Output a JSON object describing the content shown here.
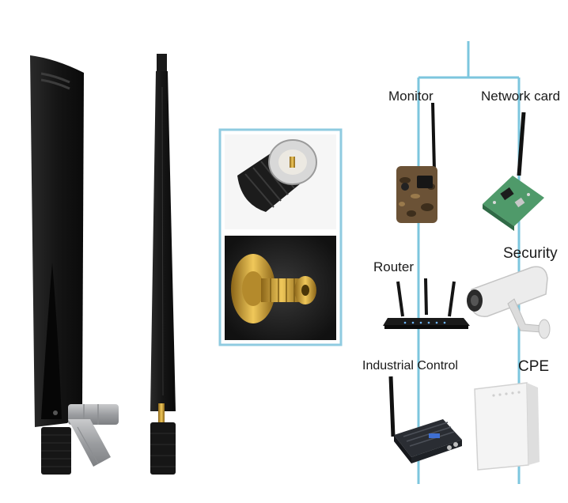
{
  "labels": {
    "monitor": "Monitor",
    "network_card": "Network card",
    "router": "Router",
    "security": "Security",
    "industrial_control": "Industrial Control",
    "cpe": "CPE"
  },
  "colors": {
    "antenna": "#141414",
    "connector_gray": "#a7a9ab",
    "frame_blue": "#8fcbe0",
    "line_blue": "#7cc6de",
    "gold": "#d4a43a",
    "pcb_green": "#4f9a6a",
    "camo": "#6b5236",
    "cpe_white": "#f4f4f4"
  },
  "icons": {
    "blade_antenna": "blade-antenna-icon",
    "whip_antenna": "whip-antenna-icon",
    "sma_female": "sma-female-connector-icon",
    "sma_gold": "sma-gold-bulkhead-icon",
    "trail_camera": "trail-camera-icon",
    "pcb_card": "network-card-icon",
    "router": "wifi-router-icon",
    "security_camera": "security-camera-icon",
    "industrial_device": "industrial-control-device-icon",
    "cpe_box": "cpe-box-icon"
  }
}
